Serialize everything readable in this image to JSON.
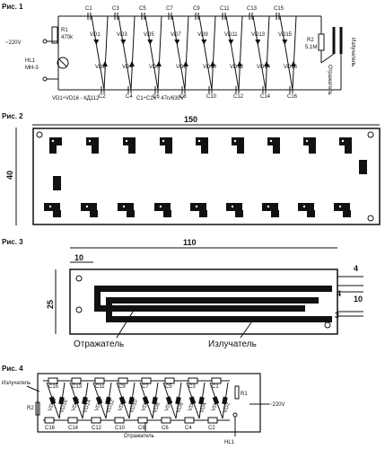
{
  "fig1": {
    "title": "Рис. 1",
    "caps_top": [
      "C1",
      "C3",
      "C5",
      "C7",
      "C9",
      "C11",
      "C13",
      "C15"
    ],
    "caps_bottom": [
      "C2",
      "C4",
      "C6",
      "C8",
      "C10",
      "C12",
      "C14",
      "C16"
    ],
    "diodes_top": [
      "VD1",
      "VD3",
      "VD5",
      "VD7",
      "VD9",
      "VD11",
      "VD13",
      "VD15"
    ],
    "diodes_bottom": [
      "VD2",
      "VD4",
      "VD6",
      "VD8",
      "VD10",
      "VD12",
      "VD14",
      "VD16"
    ],
    "r1": "R1",
    "r1_val": "470k",
    "r2": "R2",
    "r2_val": "5,1M",
    "hl1": "HL1",
    "hl1_type": "MH-3",
    "mains": "~220V",
    "emitter": "Излучатель",
    "reflector": "Отражатель",
    "note_diodes": "VD1÷VD16 - КД112",
    "note_caps": "C1÷C16 - 47n/630V"
  },
  "fig2": {
    "title": "Рис. 2",
    "width": "150",
    "height": "40"
  },
  "fig3": {
    "title": "Рис. 3",
    "width": "110",
    "left": "10",
    "height": "25",
    "d4a": "4",
    "d4b": "4",
    "d10": "10",
    "d3": "3",
    "reflector": "Отражатель",
    "emitter": "Излучатель"
  },
  "fig4": {
    "title": "Рис. 4",
    "emitter": "Излучатель",
    "reflector": "Отражатель",
    "r1": "R1",
    "r2": "R2",
    "mains": "~220V",
    "hl1": "HL1",
    "caps_top": [
      "C15",
      "C13",
      "C11",
      "C9",
      "C7",
      "C5",
      "C3",
      "C1"
    ],
    "caps_bottom": [
      "C16",
      "C14",
      "C12",
      "C10",
      "C8",
      "C6",
      "C4",
      "C2"
    ],
    "diodes_top": [
      "VD15",
      "VD13",
      "VD11",
      "VD9",
      "VD7",
      "VD5",
      "VD3",
      "VD1"
    ],
    "diodes_bottom": [
      "VD16",
      "VD14",
      "VD12",
      "VD10",
      "VD8",
      "VD6",
      "VD4",
      "VD2"
    ]
  }
}
